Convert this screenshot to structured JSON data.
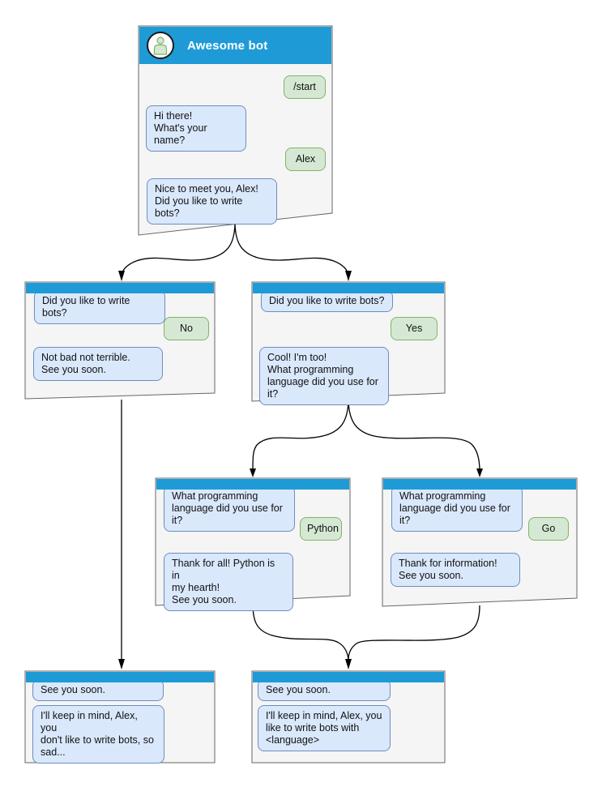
{
  "colors": {
    "header_blue": "#1e9bd7",
    "window_fill": "#f5f5f5",
    "window_border": "#666666",
    "bot_fill": "#dae8fc",
    "bot_border": "#6c8ebf",
    "user_fill": "#d5e8d4",
    "user_border": "#82b366",
    "edge_color": "#000000"
  },
  "windows": [
    {
      "name": "awesome-bot",
      "title": "Awesome bot",
      "messages": [
        {
          "from": "user",
          "text": "/start"
        },
        {
          "from": "bot",
          "text": "Hi there!\nWhat's your name?"
        },
        {
          "from": "user",
          "text": "Alex"
        },
        {
          "from": "bot",
          "text": "Nice to meet you, Alex!\nDid you like to write bots?"
        }
      ]
    },
    {
      "name": "branch-no",
      "messages": [
        {
          "from": "bot",
          "text": "Did you like to write bots?"
        },
        {
          "from": "user",
          "text": "No"
        },
        {
          "from": "bot",
          "text": "Not bad not terrible.\nSee you soon."
        }
      ]
    },
    {
      "name": "branch-yes",
      "messages": [
        {
          "from": "bot",
          "text": "Did you like to write bots?"
        },
        {
          "from": "user",
          "text": "Yes"
        },
        {
          "from": "bot",
          "text": "Cool! I'm too!\nWhat programming\nlanguage did you use for it?"
        }
      ]
    },
    {
      "name": "branch-python",
      "messages": [
        {
          "from": "bot",
          "text": "What programming\nlanguage did you use for it?"
        },
        {
          "from": "user",
          "text": "Python"
        },
        {
          "from": "bot",
          "text": "Thank for all! Python is in\nmy hearth!\nSee you soon."
        }
      ]
    },
    {
      "name": "branch-go",
      "messages": [
        {
          "from": "bot",
          "text": "What programming\nlanguage did you use for it?"
        },
        {
          "from": "user",
          "text": "Go"
        },
        {
          "from": "bot",
          "text": "Thank for information!\nSee you soon."
        }
      ]
    },
    {
      "name": "end-no",
      "messages": [
        {
          "from": "bot",
          "text": "See you soon."
        },
        {
          "from": "bot",
          "text": "I'll keep in mind, Alex, you\ndon't like to write bots, so\nsad..."
        }
      ]
    },
    {
      "name": "end-yes",
      "messages": [
        {
          "from": "bot",
          "text": "See you soon."
        },
        {
          "from": "bot",
          "text": "I'll keep in mind, Alex, you\nlike to write bots with\n<language>"
        }
      ]
    }
  ]
}
